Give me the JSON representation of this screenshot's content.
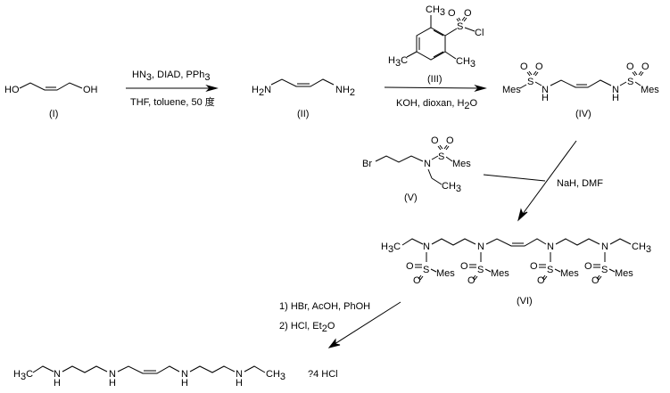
{
  "scheme": {
    "compounds": {
      "I": {
        "label": "(I)",
        "left_group": "HO",
        "right_group": "OH"
      },
      "II": {
        "label": "(II)",
        "left_group": "H",
        "left_sub": "2",
        "left_n": "N",
        "right_group": "NH",
        "right_sub": "2"
      },
      "III": {
        "label": "(III)",
        "s": "S",
        "o1": "O",
        "o2": "O",
        "cl": "Cl",
        "ch3_top": "CH",
        "ch3_right": "CH",
        "ch3_left_h": "H",
        "ch3_left_c": "C",
        "sub3": "3"
      },
      "IV": {
        "label": "(IV)",
        "mes": "Mes",
        "s": "S",
        "o": "O",
        "n": "N",
        "h": "H"
      },
      "V": {
        "label": "(V)",
        "br": "Br",
        "n": "N",
        "s": "S",
        "o": "O",
        "mes": "Mes",
        "ch": "CH",
        "sub3": "3"
      },
      "VI": {
        "label": "(VI)",
        "h": "H",
        "c": "C",
        "ch": "CH",
        "sub3": "3",
        "n": "N",
        "s": "S",
        "o": "O",
        "mes": "Mes"
      },
      "final": {
        "h": "H",
        "c": "C",
        "ch": "CH",
        "sub3": "3",
        "n": "N",
        "nh_h": "H",
        "salt": "?4 HCl"
      }
    },
    "steps": {
      "step1": {
        "above": "HN",
        "above_sub": "3",
        "above_rest": ", DIAD, PPh",
        "above_sub2": "3",
        "below": "THF, toluene, 50 度"
      },
      "step2": {
        "below_pre": "KOH, dioxan, H",
        "below_sub": "2",
        "below_post": "O"
      },
      "step3": {
        "reagent": "NaH, DMF"
      },
      "step4": {
        "line1": "1) HBr, AcOH, PhOH",
        "line2_pre": "2) HCl, Et",
        "line2_sub": "2",
        "line2_post": "O"
      }
    }
  }
}
